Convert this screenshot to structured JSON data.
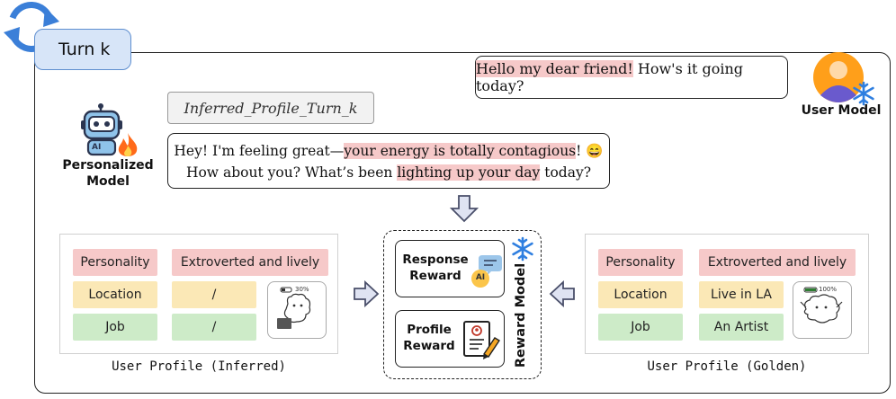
{
  "turn_label": "Turn k",
  "user_message": {
    "highlight": "Hello my dear friend!",
    "rest": " How's it going today?"
  },
  "user_model_label": "User Model",
  "inferred_profile_tag": "Inferred_Profile_Turn_k",
  "model_response": {
    "line1_prefix": "Hey! I'm feeling great—",
    "line1_highlight": "your energy is totally contagious",
    "line1_suffix": "!",
    "emoji": "😄",
    "line2_prefix": "How about you? What’s been ",
    "line2_highlight": "lighting up your day",
    "line2_suffix": " today?"
  },
  "personalized_model_label": [
    "Personalized",
    "Model"
  ],
  "robot_badge": "AI",
  "inferred_profile": {
    "caption": "User Profile (Inferred)",
    "rows": [
      {
        "key": "Personality",
        "value": "Extroverted and lively",
        "color": "#f6c9c9"
      },
      {
        "key": "Location",
        "value": "/",
        "color": "#fbe8b6"
      },
      {
        "key": "Job",
        "value": "/",
        "color": "#cdebc8"
      }
    ],
    "avatar_progress": "30%"
  },
  "golden_profile": {
    "caption": "User Profile (Golden)",
    "rows": [
      {
        "key": "Personality",
        "value": "Extroverted and lively",
        "color": "#f6c9c9"
      },
      {
        "key": "Location",
        "value": "Live in LA",
        "color": "#fbe8b6"
      },
      {
        "key": "Job",
        "value": "An Artist",
        "color": "#cdebc8"
      }
    ],
    "avatar_progress": "100%"
  },
  "reward_model": {
    "label": "Reward Model",
    "response_reward": [
      "Response",
      "Reward"
    ],
    "profile_reward": [
      "Profile",
      "Reward"
    ],
    "ai_badge": "AI"
  },
  "colors": {
    "highlight": "#f6c9c9",
    "turn_tab_fill": "#d7e5f8",
    "turn_tab_border": "#5f8fd0",
    "arrow_fill": "#dfe3f2",
    "arrow_stroke": "#4a4f6a",
    "snowflake": "#2f7fe0",
    "fire": "#ff6a1a"
  },
  "icons": [
    "refresh-icon",
    "robot-icon",
    "fire-icon",
    "user-avatar-icon",
    "snowflake-icon",
    "chat-bubble-icon",
    "document-pen-icon",
    "bear-doodle-icon"
  ]
}
